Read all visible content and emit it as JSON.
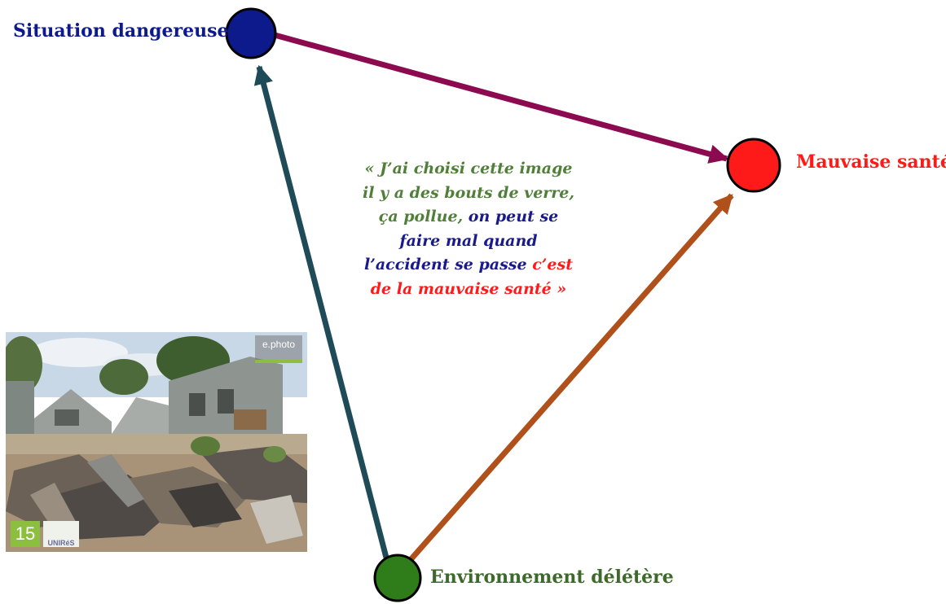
{
  "nodes": {
    "situation": {
      "label": "Situation dangereuse",
      "color": "#0d1a8c",
      "text_color": "#0d1a8c"
    },
    "mauvaise": {
      "label": "Mauvaise santé",
      "color": "#ff1a1a",
      "text_color": "#ff1a1a"
    },
    "environnement": {
      "label": "Environnement délétère",
      "color": "#2e7d1a",
      "text_color": "#3d6a2a"
    }
  },
  "arrows": {
    "situation_to_mauvaise": {
      "color": "#8b0a50"
    },
    "env_to_situation": {
      "color": "#1e4b57"
    },
    "env_to_mauvaise": {
      "color": "#b0501a"
    }
  },
  "quote": {
    "part_green": "« J’ai choisi cette image il y a des bouts de verre, ça pollue,",
    "part_blue": "on peut se faire mal quand l’accident se passe",
    "part_red": "c’est de la mauvaise santé »",
    "colors": {
      "green": "#4f7f38",
      "blue": "#1a1a8c",
      "red": "#ff1a1a"
    }
  },
  "photo": {
    "badge_number": "15",
    "brand": "e.photo",
    "logo_text": "UNIRéS"
  }
}
